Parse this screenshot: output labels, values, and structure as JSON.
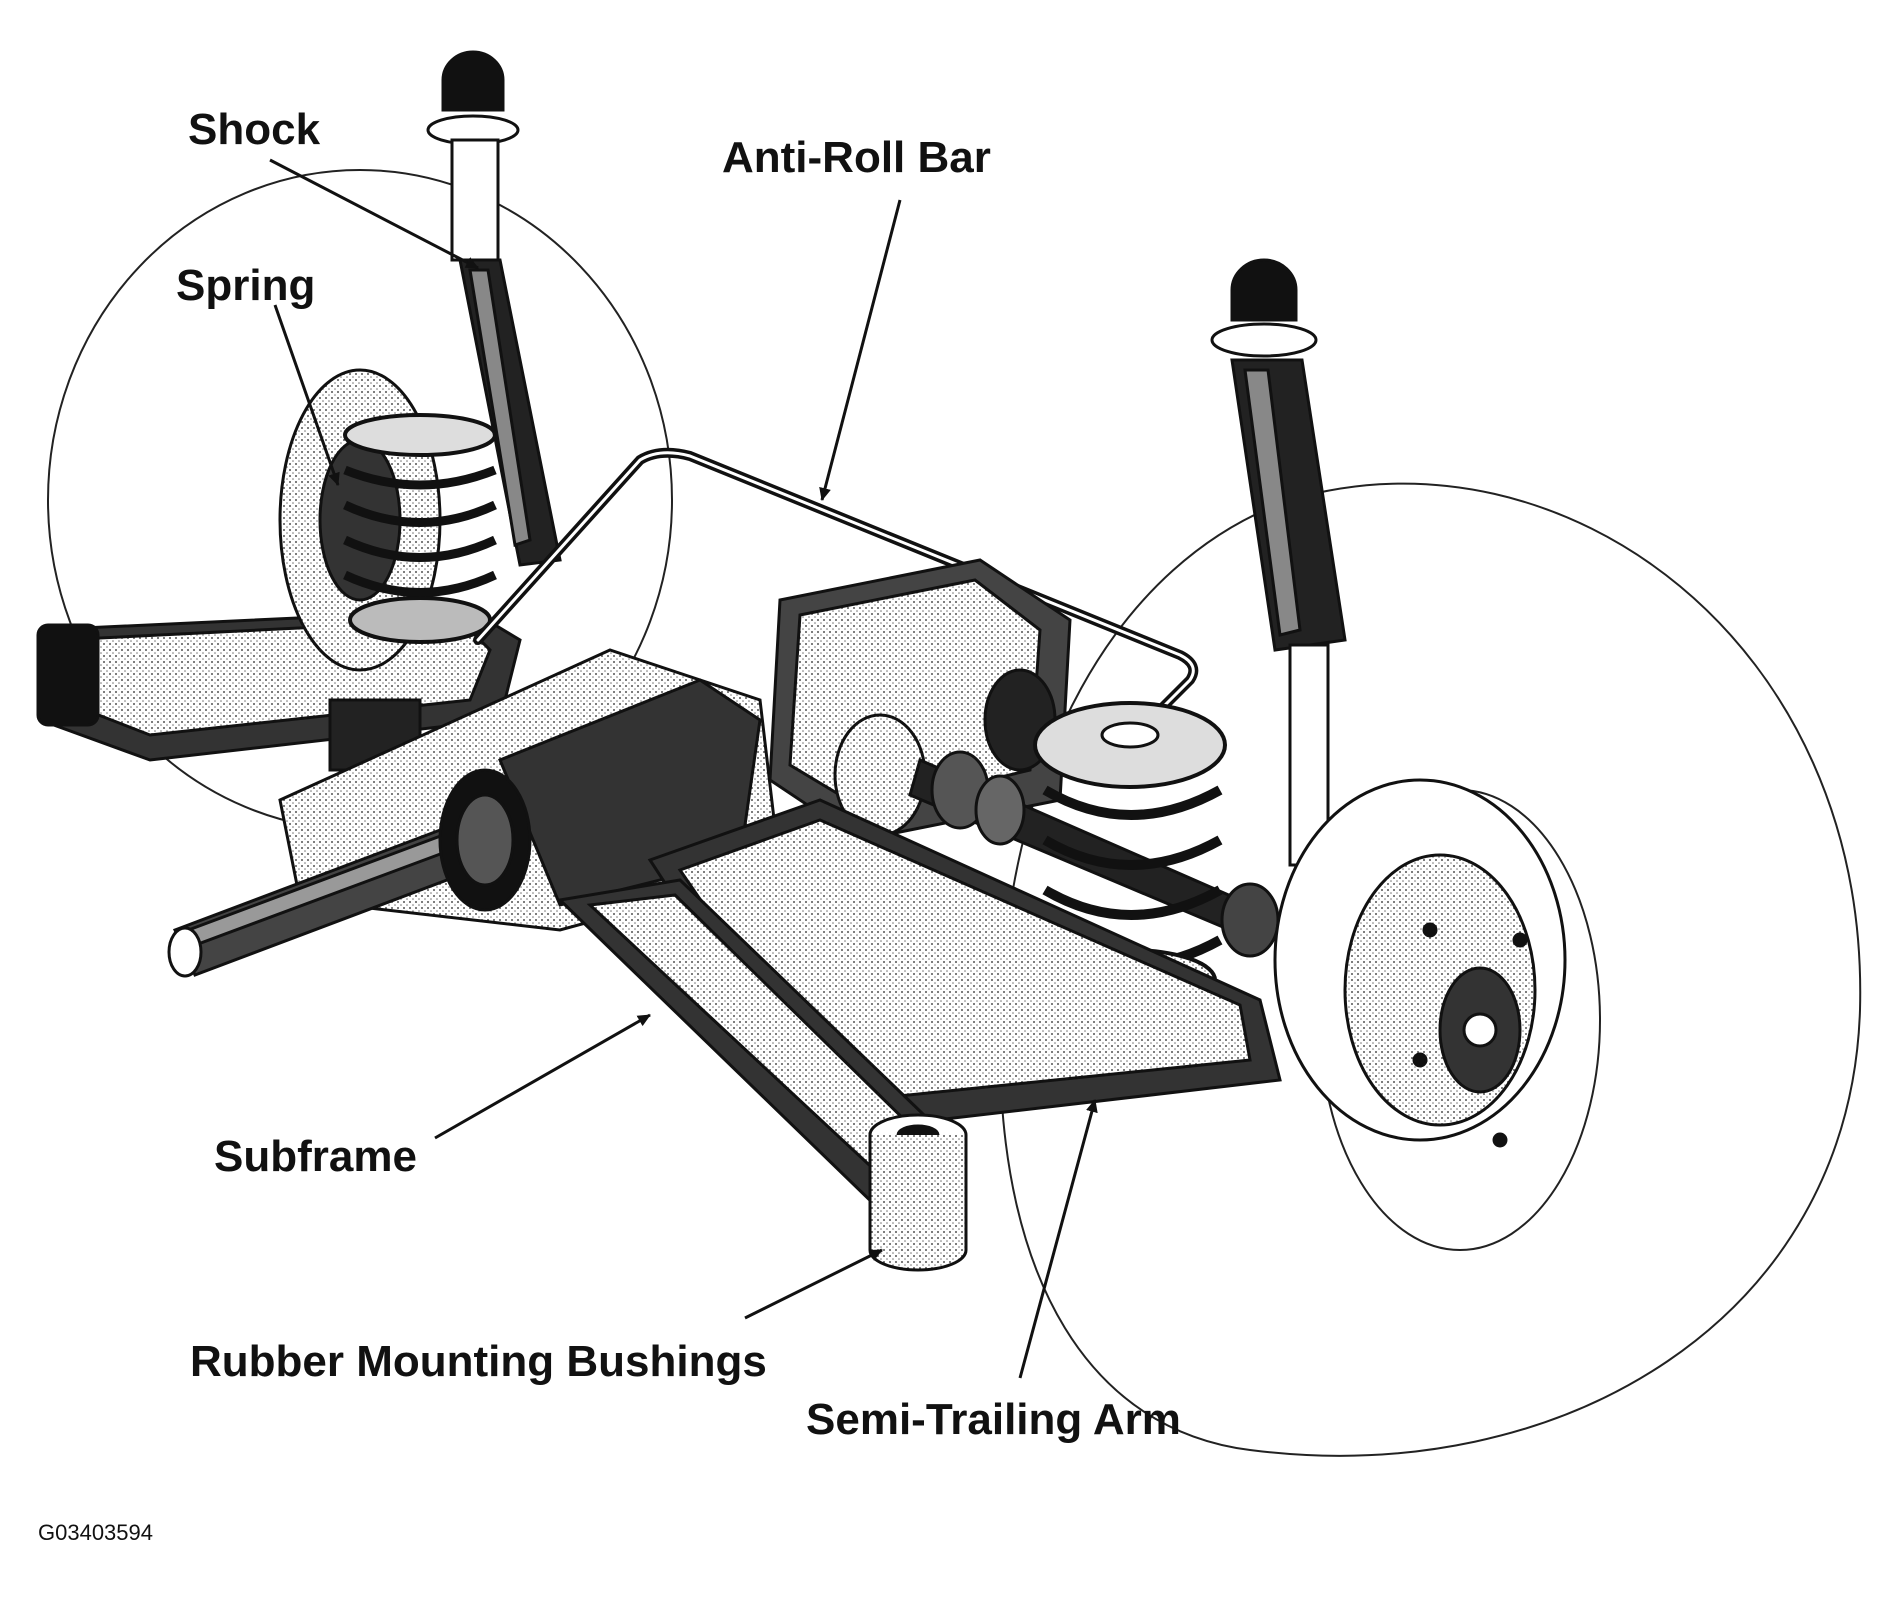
{
  "labels": {
    "shock": "Shock",
    "spring": "Spring",
    "anti_roll_bar": "Anti-Roll Bar",
    "subframe": "Subframe",
    "rubber_mounting_bushings": "Rubber Mounting Bushings",
    "semi_trailing_arm": "Semi-Trailing Arm"
  },
  "figure_id": "G03403594",
  "colors": {
    "ink": "#111111",
    "background": "#ffffff"
  }
}
